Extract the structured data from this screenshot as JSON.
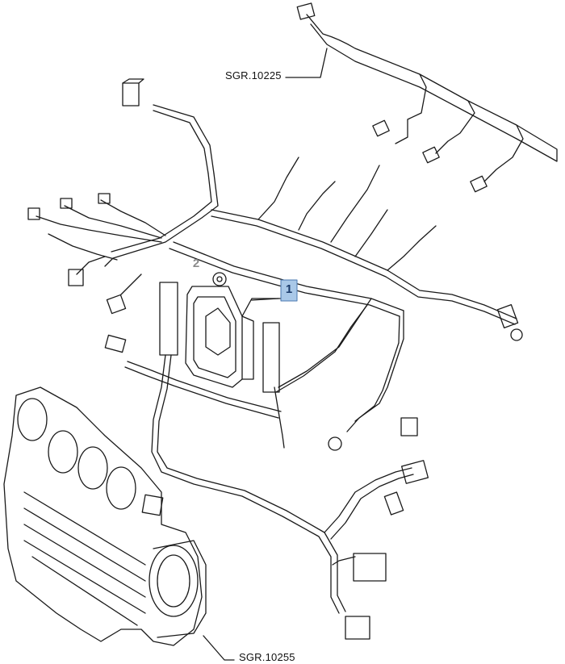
{
  "labels": {
    "harness_ref": "SGR.10225",
    "manifold_ref": "SGR.10255"
  },
  "callouts": [
    {
      "id": "1",
      "highlighted": true
    },
    {
      "id": "2",
      "highlighted": false
    }
  ],
  "colors": {
    "line": "#1a1a1a",
    "callout_highlight": "#a9c8e8",
    "callout_text": "#1a3a6a",
    "muted_callout": "#8a8a8a"
  }
}
